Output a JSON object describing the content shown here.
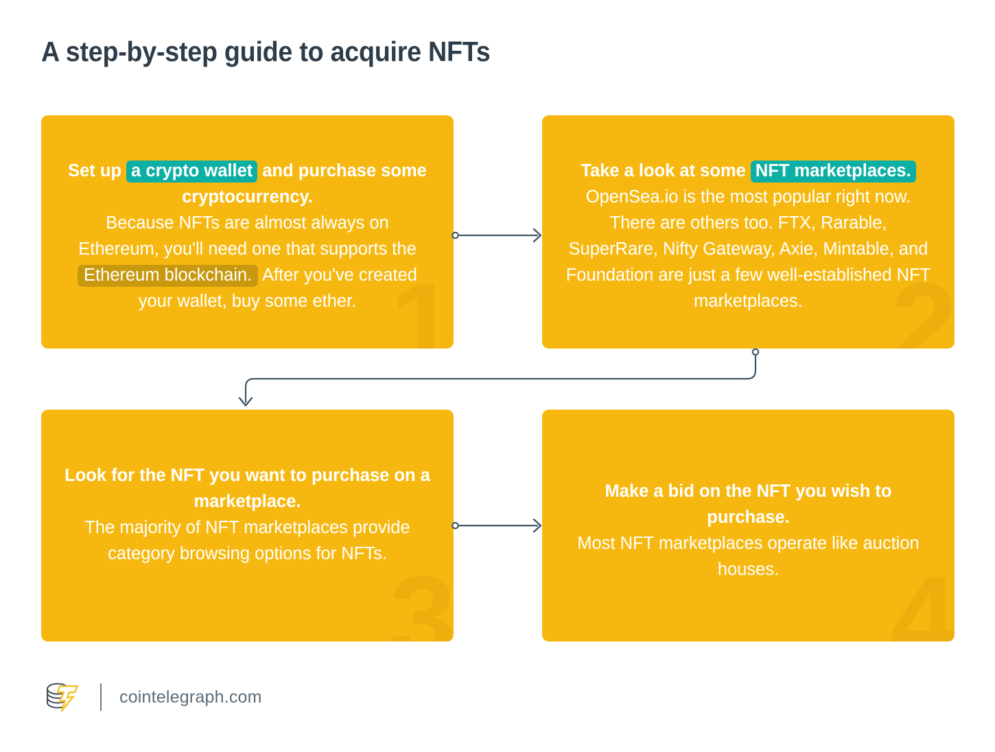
{
  "page": {
    "title": "A step-by-step guide to acquire NFTs",
    "background": "#ffffff",
    "title_color": "#2e3d49"
  },
  "colors": {
    "box_yellow": "#f6b810",
    "highlight_teal": "#0bafa4",
    "highlight_olive": "#c8980f",
    "connector": "#3f5666",
    "watermark": "rgba(167,115,0,0.13)",
    "footer_text": "#5b6b78",
    "logo_yellow": "#f6c023",
    "logo_dark": "#3f4a54"
  },
  "steps": [
    {
      "number": "1",
      "lead_before": "Set up ",
      "lead_highlight": "a crypto wallet",
      "lead_highlight_style": "teal",
      "lead_after": " and purchase some cryptocurrency.",
      "body_1": "Because NFTs are almost always on Ethereum, you'll need one that supports the ",
      "body_highlight": "Ethereum blockchain.",
      "body_highlight_style": "olive",
      "body_2": " After you've created your wallet, buy some ether."
    },
    {
      "number": "2",
      "lead_before": "Take a look at some ",
      "lead_highlight": "NFT marketplaces.",
      "lead_highlight_style": "teal",
      "lead_after": "",
      "body_1": "OpenSea.io is the most popular right now. There are others too. FTX, Rarable, SuperRare, Nifty Gateway, Axie, Mintable, and Foundation are just a few well-established NFT marketplaces.",
      "body_highlight": "",
      "body_highlight_style": "none",
      "body_2": ""
    },
    {
      "number": "3",
      "lead_before": "Look for the NFT you want to purchase on a marketplace.",
      "lead_highlight": "",
      "lead_highlight_style": "none",
      "lead_after": "",
      "body_1": "The majority of NFT marketplaces provide category browsing options for NFTs.",
      "body_highlight": "",
      "body_highlight_style": "none",
      "body_2": ""
    },
    {
      "number": "4",
      "lead_before": "Make a bid on the NFT you wish to purchase.",
      "lead_highlight": "",
      "lead_highlight_style": "none",
      "lead_after": "",
      "body_1": "Most NFT marketplaces operate like auction houses.",
      "body_highlight": "",
      "body_highlight_style": "none",
      "body_2": ""
    }
  ],
  "footer": {
    "site": "cointelegraph.com",
    "logo_name": "cointelegraph-logo"
  }
}
